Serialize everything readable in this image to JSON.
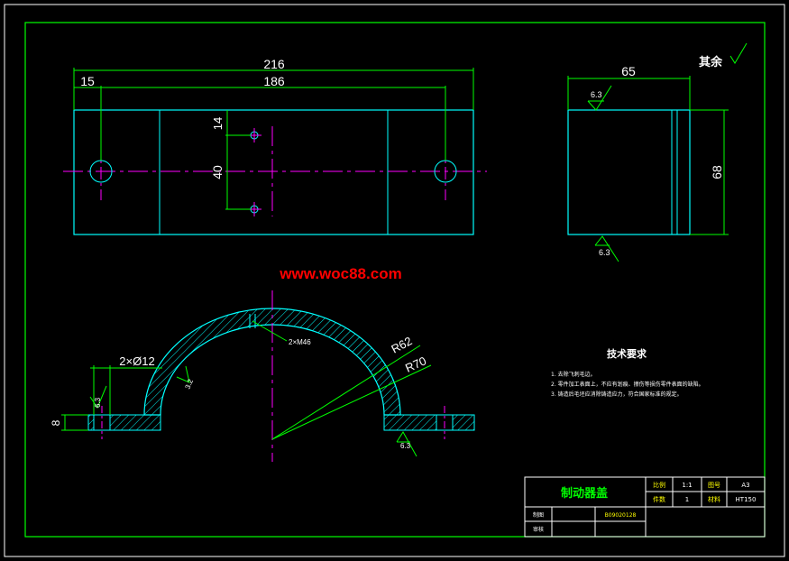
{
  "colors": {
    "background": "#000000",
    "frame": "#ffffff",
    "outline": "#00ffff",
    "dimension": "#00ff00",
    "centerline": "#ff00ff",
    "text": "#ffffff",
    "watermark": "#ff0000",
    "title_text": "#00ff00",
    "title_small": "#ffff00"
  },
  "top_view": {
    "dim_overall": "216",
    "dim_hole_pitch": "186",
    "dim_edge": "15",
    "dim_upper_offset": "14",
    "dim_small_pitch": "40"
  },
  "side_view": {
    "dim_width": "65",
    "dim_height": "68",
    "roughness_top": "6.3",
    "roughness_bottom": "6.3",
    "roughness_rest": "其余"
  },
  "front_view": {
    "dim_holes": "2×Ø12",
    "dim_thread": "2×M46",
    "dim_r_inner": "R62",
    "dim_r_outer": "R70",
    "dim_thickness": "8",
    "roughness_left": "6.3",
    "roughness_arc": "3.2",
    "roughness_right": "6.3"
  },
  "watermark": "www.woc88.com",
  "tech_requirements": {
    "title": "技术要求",
    "items": [
      "1. 去除飞刺毛边。",
      "2. 零件加工表面上，不应有划痕、擦伤等损伤零件表面的缺陷。",
      "3. 铸造后毛坯应消除铸造应力，符合国家标准的规定。"
    ]
  },
  "title_block": {
    "part_name": "制动器盖",
    "scale_label": "比例",
    "scale_value": "1:1",
    "drawing_no_label": "图号",
    "drawing_no_value": "A3",
    "qty_label": "件数",
    "qty_value": "1",
    "material_label": "材料",
    "material_value": "HT150",
    "drawn_label": "制图",
    "drawn_value": "B09020128",
    "checked_label": "审核"
  }
}
